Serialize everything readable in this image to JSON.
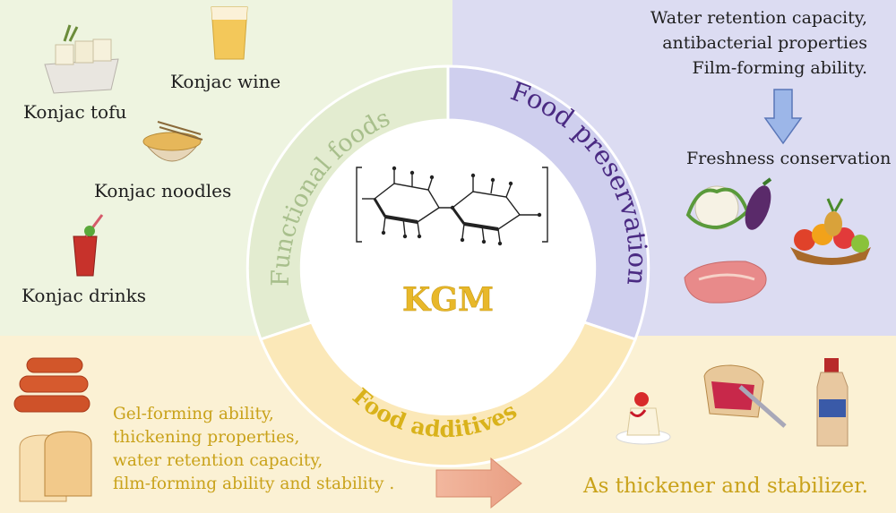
{
  "center": {
    "title": "KGM"
  },
  "ring": {
    "functional": "Functional foods",
    "preservation": "Food preservation",
    "additives": "Food additives"
  },
  "functional_foods": {
    "items": [
      {
        "label": "Konjac tofu",
        "icon": "tofu-icon"
      },
      {
        "label": "Konjac wine",
        "icon": "wine-glass-icon"
      },
      {
        "label": "Konjac noodles",
        "icon": "noodle-bowl-icon"
      },
      {
        "label": "Konjac drinks",
        "icon": "juice-glass-icon"
      }
    ]
  },
  "food_preservation": {
    "properties": "Water retention capacity,\nantibacterial properties\nFilm-forming ability.",
    "result": "Freshness conservation",
    "icons": [
      "vegetables-icon",
      "fruit-basket-icon",
      "raw-meat-icon"
    ]
  },
  "food_additives": {
    "properties": "Gel-forming ability,\nthickening properties,\nwater retention capacity,\nfilm-forming ability and stability .",
    "result": "As thickener and stabilizer.",
    "icons": [
      "sausages-icon",
      "bread-icon",
      "pudding-icon",
      "jam-toast-icon",
      "dressing-bottle-icon"
    ]
  },
  "colors": {
    "functional_bg": "#eef4e0",
    "preservation_bg": "#dcdcf2",
    "additives_bg": "#fbf1d4",
    "functional_text": "#a8bf8c",
    "preservation_text": "#4a2a82",
    "additives_text": "#d9b21b",
    "kgm_text": "#e8b82a"
  }
}
